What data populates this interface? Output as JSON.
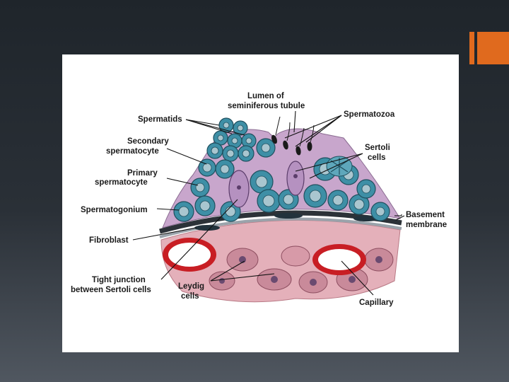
{
  "colors": {
    "background_top": "#1f252b",
    "accent": "#e06a1e",
    "panel": "#ffffff",
    "lumen": "#c8a6cc",
    "cell_teal": "#3e8fa6",
    "connective": "#e4b0ba",
    "capillary_wall": "#c81e24"
  },
  "icons": [
    "orange-accent-bar-icon"
  ],
  "diagram": {
    "labels": {
      "lumen_line1": "Lumen of",
      "lumen_line2": "seminiferous tubule",
      "spermatids": "Spermatids",
      "spermatozoa": "Spermatozoa",
      "secondary_line1": "Secondary",
      "secondary_line2": "spermatocyte",
      "sertoli_line1": "Sertoli",
      "sertoli_line2": "cells",
      "primary_line1": "Primary",
      "primary_line2": "spermatocyte",
      "spermatogonium": "Spermatogonium",
      "basement_line1": "Basement",
      "basement_line2": "membrane",
      "fibroblast": "Fibroblast",
      "tight_line1": "Tight junction",
      "tight_line2": "between Sertoli cells",
      "leydig_line1": "Leydig",
      "leydig_line2": "cells",
      "capillary": "Capillary"
    }
  }
}
